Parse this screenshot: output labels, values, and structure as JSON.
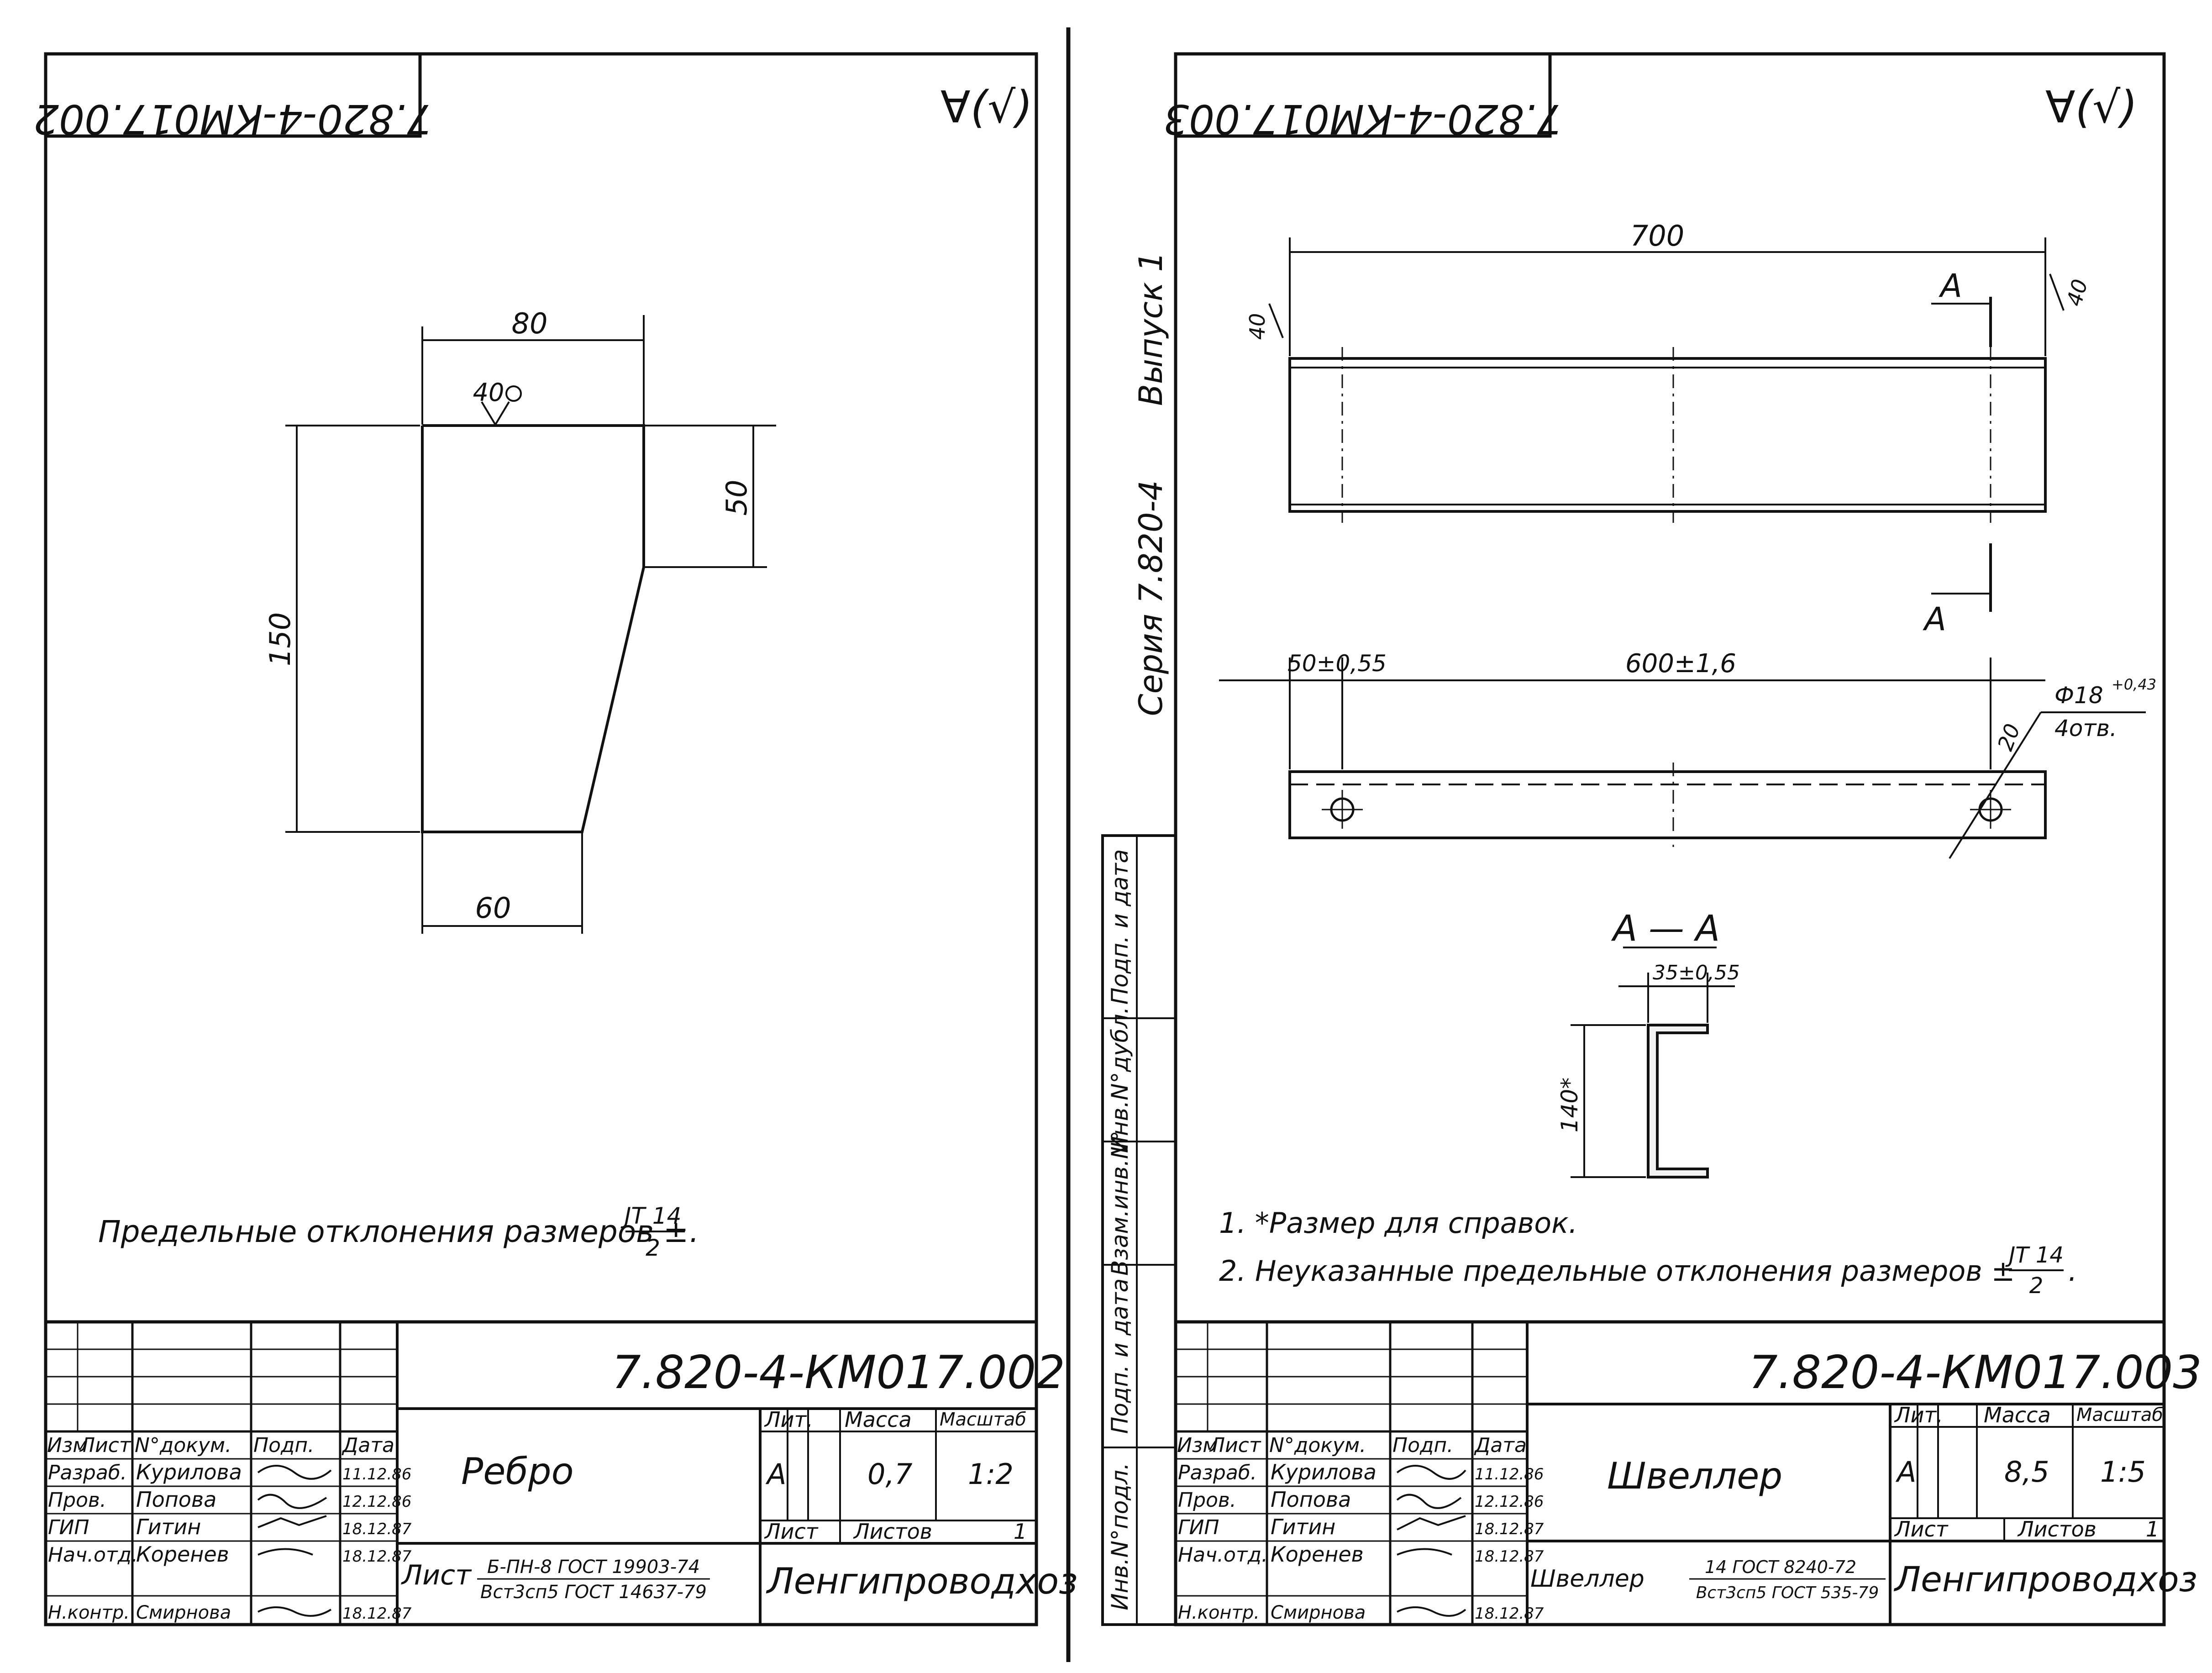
{
  "left_sheet": {
    "stamp": "7.820-4-КМ017.002",
    "roughness": "∀(√)",
    "dims": {
      "top": "80",
      "weld": "40",
      "right": "50",
      "height": "150",
      "bottom": "60"
    },
    "note_prefix": "Предельные отклонения размеров ±",
    "note_num": "JT 14",
    "note_den": "2",
    "note_end": ".",
    "title_block": {
      "code": "7.820-4-КМ017.002",
      "name": "Ребро",
      "headers": [
        "Изм",
        "Лист",
        "N°докум.",
        "Подп.",
        "Дата"
      ],
      "roles": [
        "Разраб.",
        "Пров.",
        "ГИП",
        "Нач.отд.",
        "Н.контр."
      ],
      "persons": [
        "Курилова",
        "Попова",
        "Гитин",
        "Коренев",
        "Смирнова"
      ],
      "dates": [
        "11.12.86",
        "12.12.86",
        "18.12.87",
        "18.12.87",
        "18.12.87"
      ],
      "lit_label": "Лит.",
      "mass_label": "Масса",
      "scale_label": "Масштаб",
      "lit": "А",
      "mass": "0,7",
      "scale": "1:2",
      "sheet_label": "Лист",
      "sheets_label": "Листов",
      "sheets": "1",
      "material_prefix": "Лист",
      "material_num": "Б-ПН-8 ГОСТ 19903-74",
      "material_den": "Вст3сп5 ГОСТ 14637-79",
      "org": "Ленгипроводхоз"
    }
  },
  "right_sheet": {
    "stamp": "7.820-4-КМ017.003",
    "roughness": "∀(√)",
    "side_series": "Серия 7.820-4",
    "side_issue": "Выпуск 1",
    "side_labels": [
      "Подп. и дата",
      "Инв.N°дубл.",
      "Взам.инв.N°",
      "Подп. и дата",
      "Инв.N°подл."
    ],
    "dims": {
      "length": "700",
      "flange": "40",
      "flange_r": "40",
      "cut": "А",
      "edge": "50±0,55",
      "pitch": "600±1,6",
      "hole": "Ф18",
      "hole_tol": "+0,43",
      "hole_count": "4отв.",
      "hole_off": "20"
    },
    "section": {
      "title": "А — А",
      "width": "35±0,55",
      "height": "140*"
    },
    "notes": [
      "1. *Размер для справок.",
      "2. Неуказанные предельные отклонения размеров ±"
    ],
    "note_num": "JT 14",
    "note_den": "2",
    "note_end": ".",
    "title_block": {
      "code": "7.820-4-КМ017.003",
      "name": "Швеллер",
      "headers": [
        "Изм",
        "Лист",
        "N°докум.",
        "Подп.",
        "Дата"
      ],
      "roles": [
        "Разраб.",
        "Пров.",
        "ГИП",
        "Нач.отд.",
        "Н.контр."
      ],
      "persons": [
        "Курилова",
        "Попова",
        "Гитин",
        "Коренев",
        "Смирнова"
      ],
      "dates": [
        "11.12.86",
        "12.12.86",
        "18.12.87",
        "18.12.87",
        "18.12.87"
      ],
      "lit_label": "Лит.",
      "mass_label": "Масса",
      "scale_label": "Масштаб",
      "lit": "А",
      "mass": "8,5",
      "scale": "1:5",
      "sheet_label": "Лист",
      "sheets_label": "Листов",
      "sheets": "1",
      "material_prefix": "Швеллер",
      "material_num": "14 ГОСТ 8240-72",
      "material_den": "Вст3сп5 ГОСТ 535-79",
      "org": "Ленгипроводхоз"
    }
  }
}
